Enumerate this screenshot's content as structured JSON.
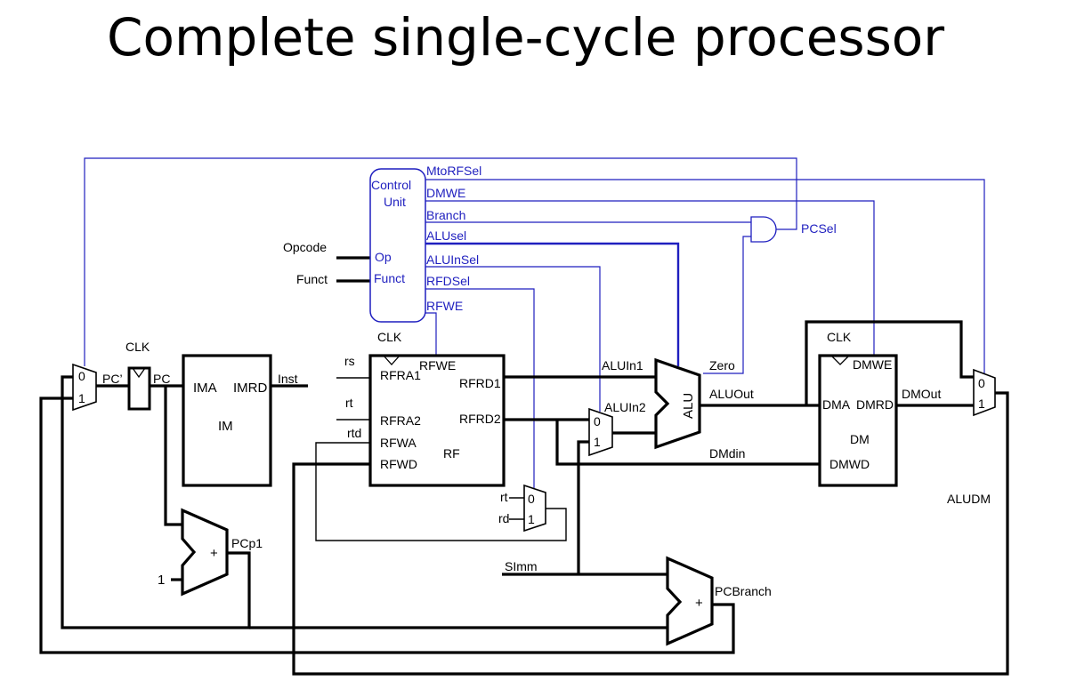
{
  "title": "Complete single-cycle processor",
  "blocks": {
    "control_unit": {
      "line1": "Control",
      "line2": "Unit",
      "op": "Op",
      "funct": "Funct"
    },
    "im": {
      "name": "IM",
      "ima": "IMA",
      "imrd": "IMRD"
    },
    "rf": {
      "name": "RF",
      "rfwe": "RFWE",
      "rfra1": "RFRA1",
      "rfra2": "RFRA2",
      "rfwa": "RFWA",
      "rfwd": "RFWD",
      "rfrd1": "RFRD1",
      "rfrd2": "RFRD2"
    },
    "alu": {
      "name": "ALU"
    },
    "dm": {
      "name": "DM",
      "dmwe": "DMWE",
      "dma": "DMA",
      "dmrd": "DMRD",
      "dmwd": "DMWD"
    },
    "adder": {
      "plus": "+"
    }
  },
  "control_signals": [
    "MtoRFSel",
    "DMWE",
    "Branch",
    "ALUsel",
    "ALUInSel",
    "RFDSel",
    "RFWE"
  ],
  "signals": {
    "opcode": "Opcode",
    "funct": "Funct",
    "pcsel": "PCSel",
    "pc_prime": "PC’",
    "pc": "PC",
    "inst": "Inst",
    "rs": "rs",
    "rt": "rt",
    "rtd": "rtd",
    "rd": "rd",
    "aluin1": "ALUIn1",
    "aluin2": "ALUIn2",
    "zero": "Zero",
    "aluout": "ALUOut",
    "dmout": "DMOut",
    "dmdin": "DMdin",
    "aludm": "ALUDM",
    "pcp1": "PCp1",
    "one": "1",
    "simm": "SImm",
    "pcbranch": "PCBranch",
    "clk": "CLK",
    "mux0": "0",
    "mux1": "1"
  }
}
